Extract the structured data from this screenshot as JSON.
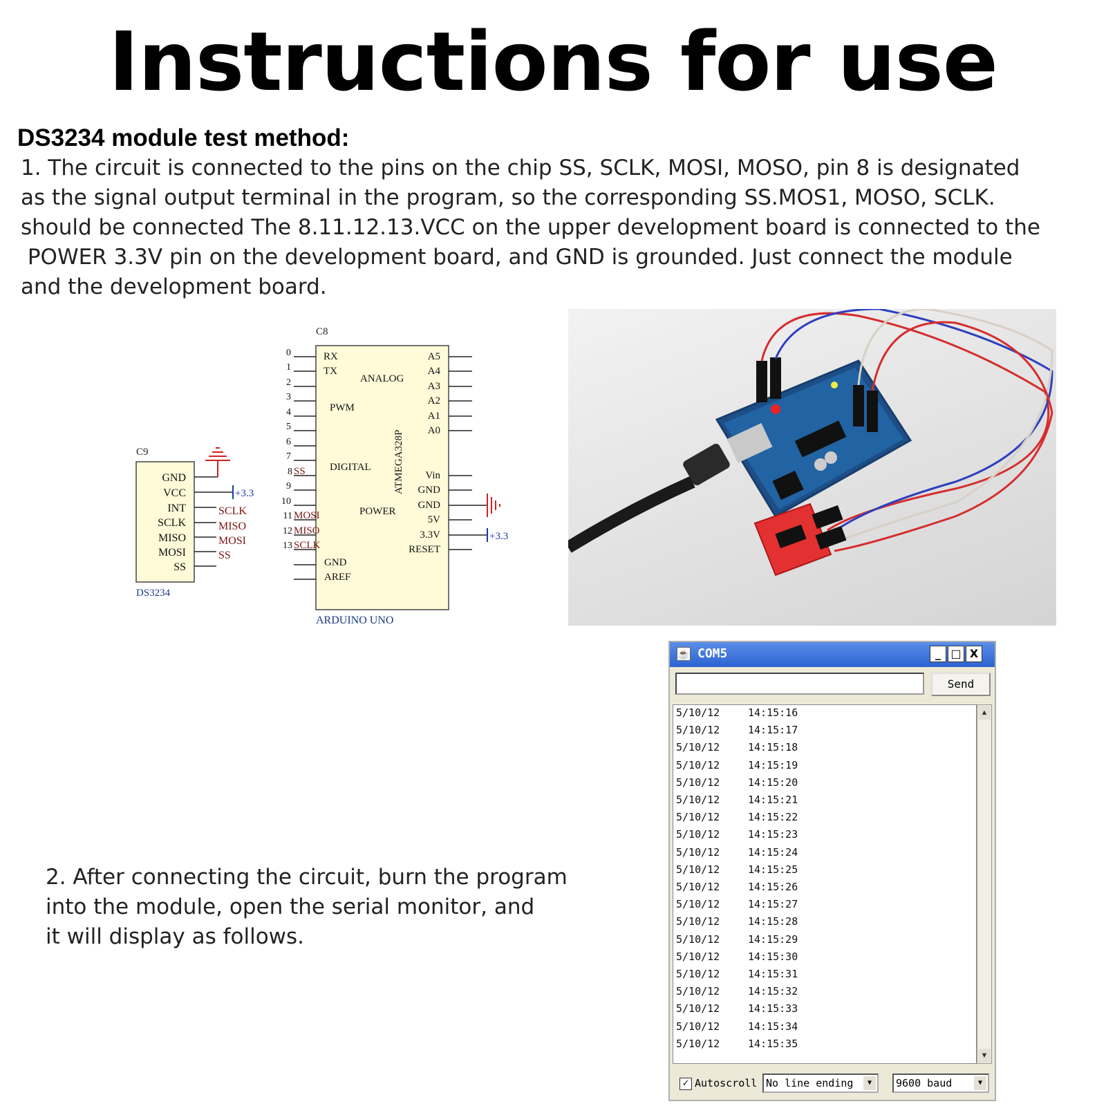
{
  "title": "Instructions for use",
  "subheading": "DS3234 module test method:",
  "step1_lines": [
    "1. The circuit is connected to the pins on the chip SS, SCLK, MOSI, MOSO, pin 8 is designated",
    "as the signal output terminal in the program, so the corresponding SS.MOS1, MOSO, SCLK.",
    "should be connected The 8.11.12.13.VCC on the upper development board is connected to the",
    " POWER 3.3V pin on the development board, and GND is grounded. Just connect the module",
    "and the development board."
  ],
  "step2_lines": [
    "2. After connecting the circuit, burn the program",
    "into the module, open the serial monitor, and",
    "it will display as follows."
  ],
  "schematic": {
    "c9_ref": "C9",
    "c9_name": "DS3234",
    "c9_pins": [
      "GND",
      "VCC",
      "INT",
      "SCLK",
      "MISO",
      "MOSI",
      "SS"
    ],
    "c9_nets": [
      "SCLK",
      "MISO",
      "MOSI",
      "SS"
    ],
    "vcc_label": "+3.3",
    "c8_ref": "C8",
    "c8_name": "ARDUINO UNO",
    "chip_label": "ATMEGA328P",
    "left_numbers": [
      "0",
      "1",
      "2",
      "3",
      "4",
      "5",
      "6",
      "7",
      "8",
      "9",
      "10",
      "11",
      "12",
      "13"
    ],
    "left_nets": [
      "SS",
      "MOSI",
      "MISO",
      "SCLK"
    ],
    "inner_left": [
      "RX",
      "TX",
      "PWM",
      "DIGITAL",
      "GND",
      "AREF"
    ],
    "inner_center": [
      "ANALOG",
      "POWER"
    ],
    "right_pins": [
      "A5",
      "A4",
      "A3",
      "A2",
      "A1",
      "A0",
      "Vin",
      "GND",
      "GND",
      "5V",
      "3.3V",
      "RESET"
    ],
    "power_label": "+3.3"
  },
  "serial": {
    "title": "COM5",
    "send_label": "Send",
    "min_label": "_",
    "max_label": "□",
    "close_label": "X",
    "rows": [
      {
        "date": "5/10/12",
        "time": "14:15:16"
      },
      {
        "date": "5/10/12",
        "time": "14:15:17"
      },
      {
        "date": "5/10/12",
        "time": "14:15:18"
      },
      {
        "date": "5/10/12",
        "time": "14:15:19"
      },
      {
        "date": "5/10/12",
        "time": "14:15:20"
      },
      {
        "date": "5/10/12",
        "time": "14:15:21"
      },
      {
        "date": "5/10/12",
        "time": "14:15:22"
      },
      {
        "date": "5/10/12",
        "time": "14:15:23"
      },
      {
        "date": "5/10/12",
        "time": "14:15:24"
      },
      {
        "date": "5/10/12",
        "time": "14:15:25"
      },
      {
        "date": "5/10/12",
        "time": "14:15:26"
      },
      {
        "date": "5/10/12",
        "time": "14:15:27"
      },
      {
        "date": "5/10/12",
        "time": "14:15:28"
      },
      {
        "date": "5/10/12",
        "time": "14:15:29"
      },
      {
        "date": "5/10/12",
        "time": "14:15:30"
      },
      {
        "date": "5/10/12",
        "time": "14:15:31"
      },
      {
        "date": "5/10/12",
        "time": "14:15:32"
      },
      {
        "date": "5/10/12",
        "time": "14:15:33"
      },
      {
        "date": "5/10/12",
        "time": "14:15:34"
      },
      {
        "date": "5/10/12",
        "time": "14:15:35"
      }
    ],
    "autoscroll_label": "Autoscroll",
    "autoscroll_checked": true,
    "line_ending": "No line ending",
    "baud": "9600 baud"
  }
}
